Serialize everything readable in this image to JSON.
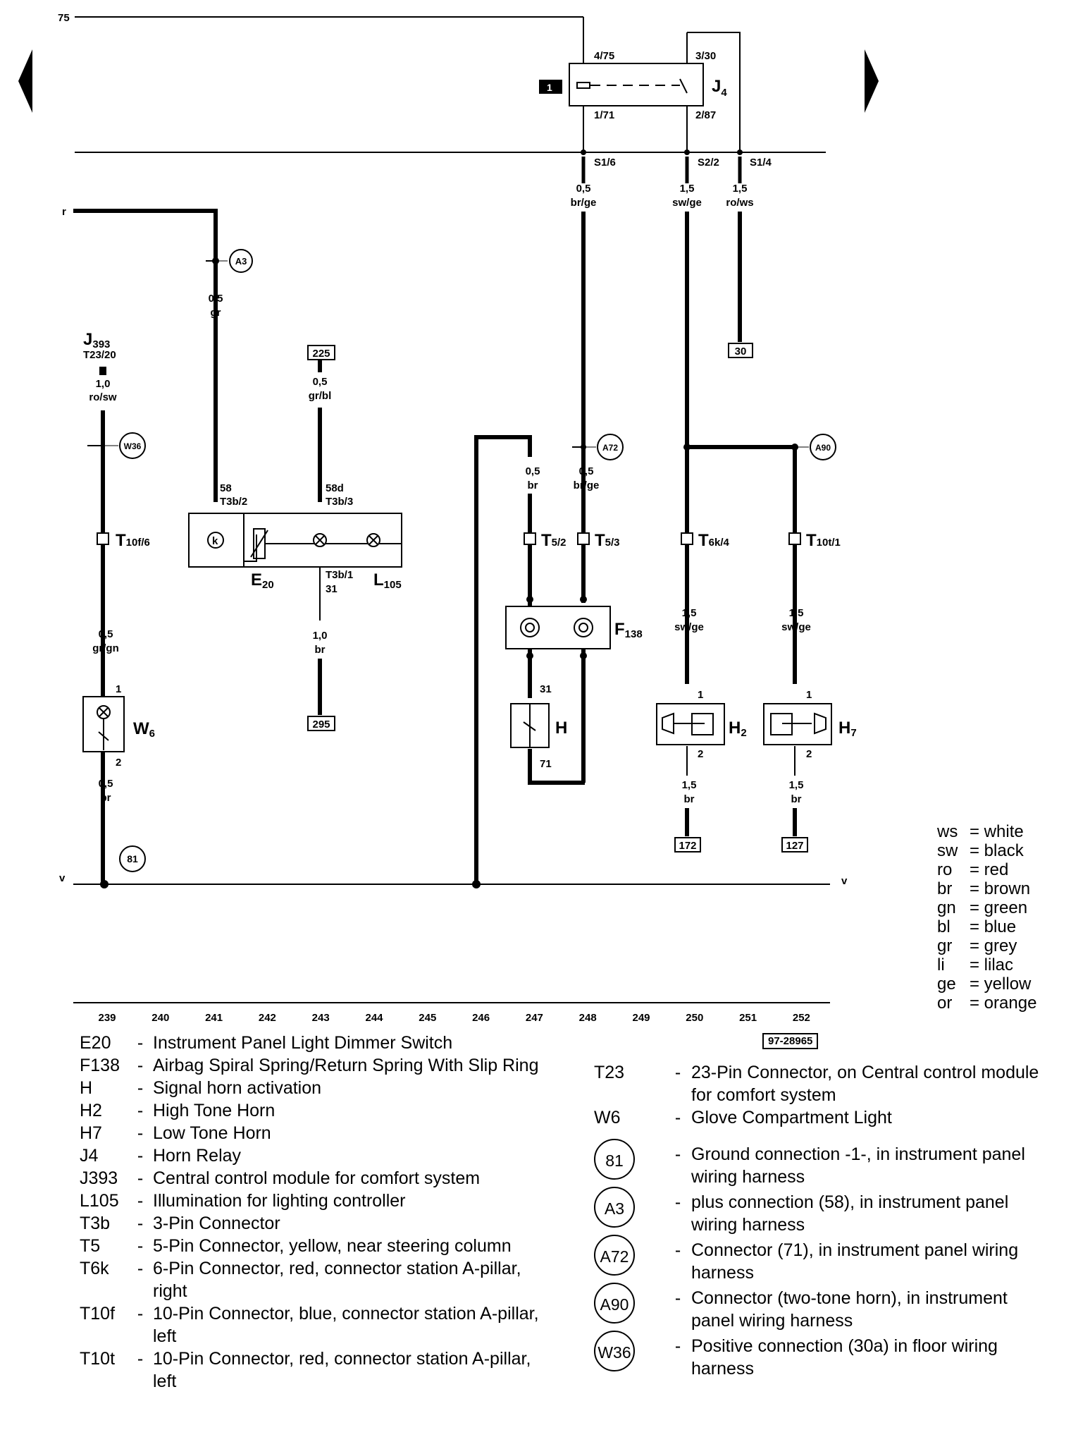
{
  "diagram": {
    "terminal_labels": {
      "top_75": "75",
      "left_r": "r",
      "left_v": "v",
      "right_v": "v"
    },
    "relay": {
      "id": "J",
      "sub": "4",
      "tag": "1",
      "pin_4_75": "4/75",
      "pin_3_30": "3/30",
      "pin_1_71": "1/71",
      "pin_2_87": "2/87"
    },
    "fuse_pins": {
      "s16": "S1/6",
      "s22": "S2/2",
      "s14": "S1/4"
    },
    "wires": {
      "w1": {
        "size": "0,5",
        "color": "br/ge"
      },
      "w2": {
        "size": "1,5",
        "color": "sw/ge"
      },
      "w3": {
        "size": "1,5",
        "color": "ro/ws"
      },
      "w4": {
        "size": "0,5",
        "color": "gr"
      },
      "w5": {
        "size": "1,0",
        "color": "ro/sw"
      },
      "w6": {
        "size": "0,5",
        "color": "gr/bl"
      },
      "w7": {
        "size": "0,5",
        "color": "br"
      },
      "w8": {
        "size": "0,5",
        "color": "br/ge"
      },
      "w9": {
        "size": "0,5",
        "color": "gr/gn"
      },
      "w10": {
        "size": "1,0",
        "color": "br"
      },
      "w11": {
        "size": "1,5",
        "color": "sw/ge"
      },
      "w12": {
        "size": "1,5",
        "color": "sw/ge"
      },
      "w13": {
        "size": "0,5",
        "color": "br"
      },
      "w14": {
        "size": "1,5",
        "color": "br"
      },
      "w15": {
        "size": "1,5",
        "color": "br"
      }
    },
    "refs": {
      "r30": "30",
      "r225": "225",
      "r295": "295",
      "r172": "172",
      "r127": "127"
    },
    "circles": {
      "a3": "A3",
      "w36": "W36",
      "a72": "A72",
      "a90": "A90",
      "g81": "81"
    },
    "j393": {
      "id": "J",
      "sub": "393",
      "pin": "T23/20"
    },
    "connectors": {
      "t10f": {
        "id": "T",
        "sub": "10f/6"
      },
      "t52": {
        "id": "T",
        "sub": "5/2"
      },
      "t53": {
        "id": "T",
        "sub": "5/3"
      },
      "t6k": {
        "id": "T",
        "sub": "6k/4"
      },
      "t10t": {
        "id": "T",
        "sub": "10t/1"
      }
    },
    "e20_pins": {
      "p58": "58",
      "p58_conn": "T3b/2",
      "p58d": "58d",
      "p58d_conn": "T3b/3",
      "p31_conn": "T3b/1",
      "p31": "31"
    },
    "components": {
      "e20": {
        "id": "E",
        "sub": "20"
      },
      "l105": {
        "id": "L",
        "sub": "105"
      },
      "f138": {
        "id": "F",
        "sub": "138"
      },
      "h": {
        "id": "H",
        "pin_top": "31",
        "pin_bottom": "71"
      },
      "h2": {
        "id": "H",
        "sub": "2",
        "pin_top": "1",
        "pin_bottom": "2"
      },
      "h7": {
        "id": "H",
        "sub": "7",
        "pin_top": "1",
        "pin_bottom": "2"
      },
      "w6": {
        "id": "W",
        "sub": "6",
        "pin_top": "1",
        "pin_bottom": "2"
      }
    },
    "column_numbers": [
      "239",
      "240",
      "241",
      "242",
      "243",
      "244",
      "245",
      "246",
      "247",
      "248",
      "249",
      "250",
      "251",
      "252"
    ],
    "ref_code": "97-28965"
  },
  "color_key": [
    {
      "k": "ws",
      "v": "= white"
    },
    {
      "k": "sw",
      "v": "= black"
    },
    {
      "k": "ro",
      "v": "= red"
    },
    {
      "k": "br",
      "v": "= brown"
    },
    {
      "k": "gn",
      "v": "= green"
    },
    {
      "k": "bl",
      "v": "= blue"
    },
    {
      "k": "gr",
      "v": "= grey"
    },
    {
      "k": "li",
      "v": "= lilac"
    },
    {
      "k": "ge",
      "v": "= yellow"
    },
    {
      "k": "or",
      "v": "= orange"
    }
  ],
  "legend_left": [
    {
      "code": "E20",
      "dash": "-",
      "desc": "Instrument Panel Light Dimmer Switch"
    },
    {
      "code": "F138",
      "dash": "-",
      "desc": "Airbag Spiral Spring/Return Spring With Slip Ring"
    },
    {
      "code": "H",
      "dash": "-",
      "desc": "Signal horn activation"
    },
    {
      "code": "H2",
      "dash": "-",
      "desc": "High Tone  Horn"
    },
    {
      "code": "H7",
      "dash": "-",
      "desc": "Low Tone  Horn"
    },
    {
      "code": "J4",
      "dash": "-",
      "desc": "Horn Relay"
    },
    {
      "code": "J393",
      "dash": "-",
      "desc": "Central control module for comfort system"
    },
    {
      "code": "L105",
      "dash": "-",
      "desc": "Illumination for lighting controller"
    },
    {
      "code": "T3b",
      "dash": "-",
      "desc": "3-Pin Connector"
    },
    {
      "code": "T5",
      "dash": "-",
      "desc": "5-Pin Connector, yellow, near steering column"
    },
    {
      "code": "T6k",
      "dash": "-",
      "desc": "6-Pin Connector, red, connector station A-pillar, right"
    },
    {
      "code": "T10f",
      "dash": "-",
      "desc": "10-Pin Connector, blue, connector station A-pillar, left"
    },
    {
      "code": "T10t",
      "dash": "-",
      "desc": "10-Pin Connector, red, connector station A-pillar, left"
    }
  ],
  "legend_right": [
    {
      "code": "T23",
      "dash": "-",
      "desc": "23-Pin Connector, on Central control module for comfort system",
      "circle": false
    },
    {
      "code": "W6",
      "dash": "-",
      "desc": "Glove Compartment Light",
      "circle": false
    },
    {
      "code": "81",
      "dash": "-",
      "desc": "Ground connection -1-, in instrument panel wiring harness",
      "circle": true
    },
    {
      "code": "A3",
      "dash": "-",
      "desc": "plus connection (58), in instrument panel wiring harness",
      "circle": true
    },
    {
      "code": "A72",
      "dash": "-",
      "desc": "Connector (71), in instrument panel wiring harness",
      "circle": true
    },
    {
      "code": "A90",
      "dash": "-",
      "desc": "Connector (two-tone horn), in instrument panel wiring harness",
      "circle": true
    },
    {
      "code": "W36",
      "dash": "-",
      "desc": "Positive connection (30a) in floor wiring harness",
      "circle": true
    }
  ]
}
